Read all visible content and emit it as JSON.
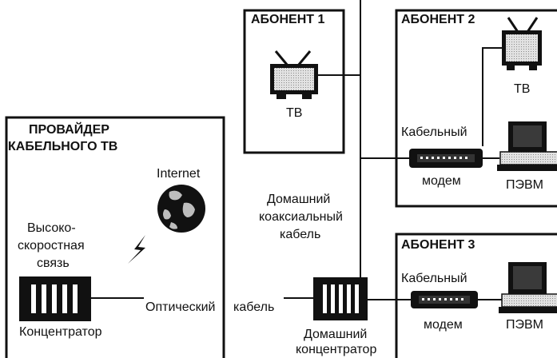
{
  "provider": {
    "title_line1": "ПРОВАЙДЕР",
    "title_line2": "КАБЕЛЬНОГО ТВ",
    "internet_label": "Internet",
    "link_line1": "Высоко-",
    "link_line2": "скоростная",
    "link_line3": "связь",
    "hub_label": "Концентратор"
  },
  "subscriber1": {
    "title": "АБОНЕНТ 1",
    "tv_label": "ТВ"
  },
  "subscriber2": {
    "title": "АБОНЕНТ 2",
    "tv_label": "ТВ",
    "modem_line1": "Кабельный",
    "modem_line2": "модем",
    "pc_label": "ПЭВМ"
  },
  "subscriber3": {
    "title": "АБОНЕНТ 3",
    "modem_line1": "Кабельный",
    "modem_line2": "модем",
    "pc_label": "ПЭВМ"
  },
  "home_cable": {
    "line1": "Домашний",
    "line2": "коаксиальный",
    "line3": "кабель"
  },
  "optical_cable": {
    "part1": "Оптический",
    "part2": "кабель"
  },
  "home_hub": {
    "line1": "Домашний",
    "line2": "концентратор"
  },
  "colors": {
    "ink": "#111111",
    "screen": "#d6d6d6",
    "background": "#ffffff"
  }
}
